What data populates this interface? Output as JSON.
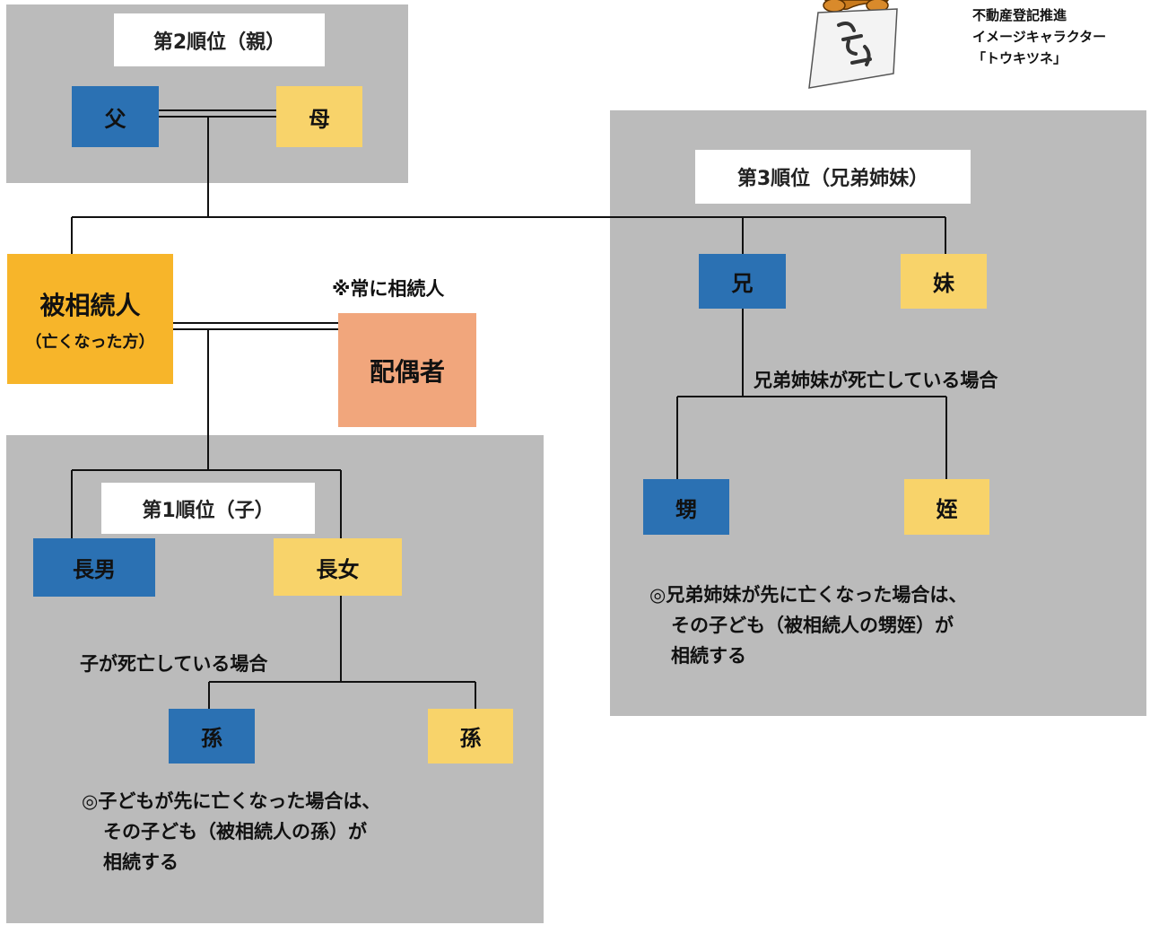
{
  "mascot": {
    "line1": "不動産登記推進",
    "line2": "イメージキャラクター",
    "line3": "「トウキツネ」"
  },
  "rank2": {
    "title": "第2順位（親）",
    "father": "父",
    "mother": "母"
  },
  "rank3": {
    "title": "第3順位（兄弟姉妹）",
    "brother": "兄",
    "sister": "妹",
    "condition": "兄弟姉妹が死亡している場合",
    "nephew": "甥",
    "niece": "姪",
    "note": [
      "◎兄弟姉妹が先に亡くなった場合は、",
      "その子ども（被相続人の甥姪）が",
      "相続する"
    ]
  },
  "deceased": {
    "label": "被相続人",
    "sub": "（亡くなった方）"
  },
  "spouse": {
    "note": "※常に相続人",
    "label": "配偶者"
  },
  "rank1": {
    "title": "第1順位（子）",
    "eldest_son": "長男",
    "eldest_daughter": "長女",
    "condition": "子が死亡している場合",
    "grandchild1": "孫",
    "grandchild2": "孫",
    "note": [
      "◎子どもが先に亡くなった場合は、",
      "その子ども（被相続人の孫）が",
      "相続する"
    ]
  },
  "colors": {
    "male": "#2b71b3",
    "female": "#f8d36a",
    "deceased": "#f7b52a",
    "spouse": "#f1a67c",
    "panel": "#bbbbbb",
    "line": "#111111"
  }
}
